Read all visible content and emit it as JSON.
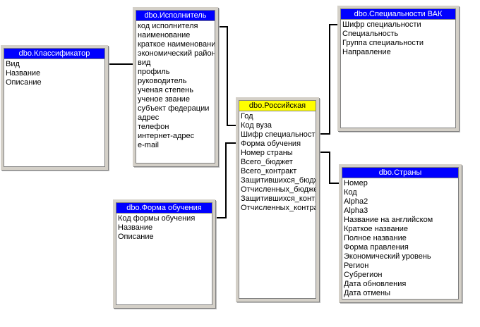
{
  "tables": {
    "classifier": {
      "title": "dbo.Классификатор",
      "columns": [
        "Вид",
        "Название",
        "Описание"
      ]
    },
    "performer": {
      "title": "dbo.Исполнитель",
      "columns": [
        "код исполнителя",
        "наименование",
        "краткое наименование",
        "экономический район",
        "вид",
        "профиль",
        "руководитель",
        "ученая степень",
        "ученое звание",
        "субъект федерации",
        "адрес",
        "телефон",
        "интернет-адрес",
        "e-mail"
      ]
    },
    "specialties": {
      "title": "dbo.Специальности ВАК",
      "columns": [
        "Шифр специальности",
        "Специальность",
        "Группа специальности",
        "Направление"
      ]
    },
    "russian": {
      "title": "dbo.Российская",
      "columns": [
        "Год",
        "Код вуза",
        "Шифр специальности",
        "Форма обучения",
        "Номер страны",
        "Всего_бюджет",
        "Всего_контракт",
        "Защитившихся_бюджет",
        "Отчисленных_бюджет",
        "Защитившихся_контракт",
        "Отчисленных_контракт"
      ]
    },
    "study_form": {
      "title": "dbo.Форма обучения",
      "columns": [
        "Код формы обучения",
        "Название",
        "Описание"
      ]
    },
    "countries": {
      "title": "dbo.Страны",
      "columns": [
        "Номер",
        "Код",
        "Alpha2",
        "Alpha3",
        "Название на английском",
        "Краткое название",
        "Полное название",
        "Форма правления",
        "Экономический уровень",
        "Регион",
        "Субрегион",
        "Дата обновления",
        "Дата отмены"
      ]
    }
  }
}
